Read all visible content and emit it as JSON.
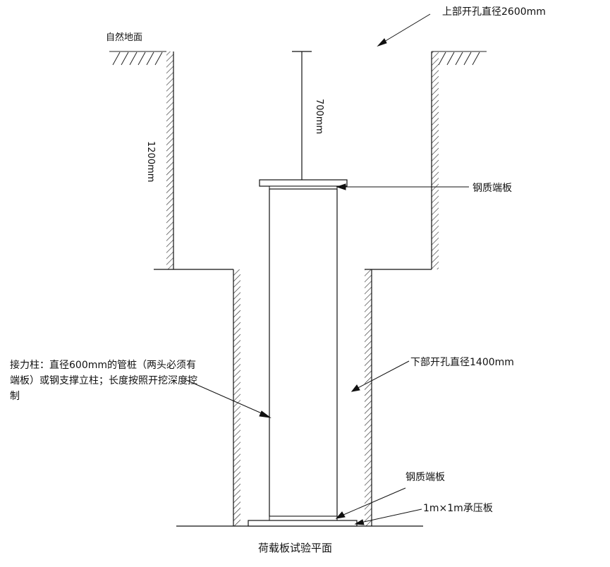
{
  "labels": {
    "upper_hole": "上部开孔直径2600mm",
    "natural_ground": "自然地面",
    "depth_1200": "1200mm",
    "dim_700": "700mm",
    "steel_end_plate_top": "钢质端板",
    "support_column": "接力柱：直径600mm的管桩（两头必须有端板）或钢支撑立柱；长度按照开挖深度控制",
    "lower_hole": "下部开孔直径1400mm",
    "steel_end_plate_bottom": "钢质端板",
    "bearing_plate": "1m×1m承压板",
    "test_level": "荷载板试验平面"
  },
  "colors": {
    "line": "#111111",
    "hatch": "#222222",
    "background": "#ffffff"
  }
}
